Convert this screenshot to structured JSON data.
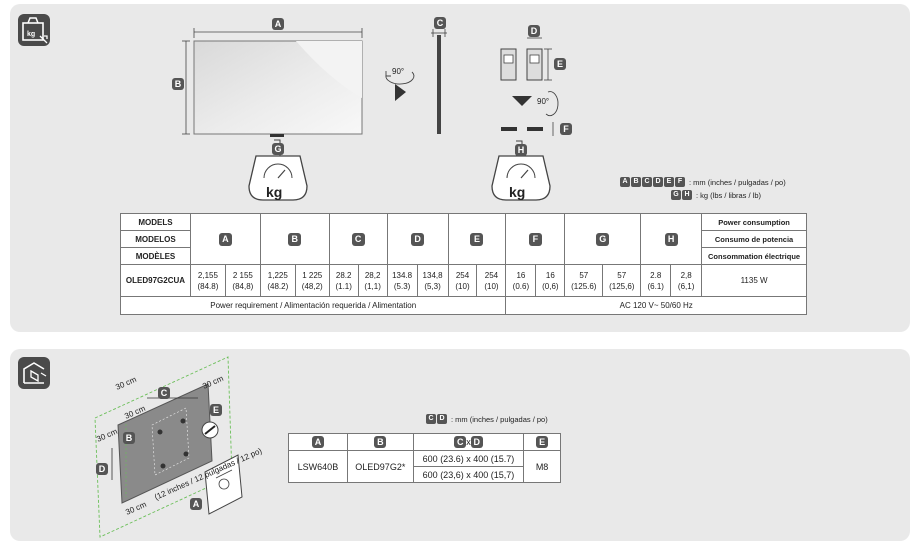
{
  "spec_panel": {
    "legend_letters_dims": [
      "A",
      "B",
      "C",
      "D",
      "E",
      "F"
    ],
    "legend_dims_text": ": mm (inches / pulgadas / po)",
    "legend_letters_weight": [
      "G",
      "H"
    ],
    "legend_weight_text": ": kg (lbs / libras / lb)",
    "weight_unit": "kg",
    "rotate_label": "90°",
    "diagram_letters": {
      "width": "A",
      "height": "B",
      "depth": "C",
      "stand_w": "D",
      "stand_h": "E",
      "stand_d": "F",
      "weight_tv": "G",
      "weight_stand": "H"
    },
    "table": {
      "models_labels": [
        "MODELS",
        "MODELOS",
        "MODÈLES"
      ],
      "column_letters": [
        "A",
        "B",
        "C",
        "D",
        "E",
        "F",
        "G",
        "H"
      ],
      "power_labels": [
        "Power consumption",
        "Consumo de potencia",
        "Consommation électrique"
      ],
      "model_name": "OLED97G2CUA",
      "values": [
        [
          "2,155",
          "(84.8)"
        ],
        [
          "2 155",
          "(84,8)"
        ],
        [
          "1,225",
          "(48.2)"
        ],
        [
          "1 225",
          "(48,2)"
        ],
        [
          "28.2",
          "(1.1)"
        ],
        [
          "28,2",
          "(1,1)"
        ],
        [
          "134.8",
          "(5.3)"
        ],
        [
          "134,8",
          "(5,3)"
        ],
        [
          "254",
          "(10)"
        ],
        [
          "254",
          "(10)"
        ],
        [
          "16",
          "(0.6)"
        ],
        [
          "16",
          "(0,6)"
        ],
        [
          "57",
          "(125.6)"
        ],
        [
          "57",
          "(125,6)"
        ],
        [
          "2.8",
          "(6.1)"
        ],
        [
          "2,8",
          "(6,1)"
        ]
      ],
      "power_value": "1135 W",
      "power_req_label": "Power requirement / Alimentación requerida / Alimentation",
      "power_req_value": "AC 120 V~ 50/60 Hz"
    }
  },
  "wall_panel": {
    "legend_letters": [
      "C",
      "D"
    ],
    "legend_text": ": mm (inches / pulgadas / po)",
    "diagram_labels": {
      "top_clear": "30 cm",
      "side_clear_left": "30 cm",
      "bottom_clear": "30 cm",
      "right_clear": "30 cm",
      "inner_top": "30 cm",
      "diag_note": "(12 inches / 12 pulgadas / 12 po)"
    },
    "diagram_letters": [
      "A",
      "B",
      "C",
      "D",
      "E"
    ],
    "table": {
      "headers": [
        "A",
        "B",
        "C",
        "D",
        "E"
      ],
      "header_x": "x",
      "bracket": "LSW640B",
      "model": "OLED97G2*",
      "vesa_1": "600 (23.6) x 400 (15.7)",
      "vesa_2": "600 (23,6) x 400 (15,7)",
      "screw": "M8"
    }
  },
  "icons": [
    "weight-box-icon",
    "wall-mount-icon",
    "scale-icon",
    "rotate-icon",
    "arrow-right-icon",
    "arrow-down-icon"
  ]
}
